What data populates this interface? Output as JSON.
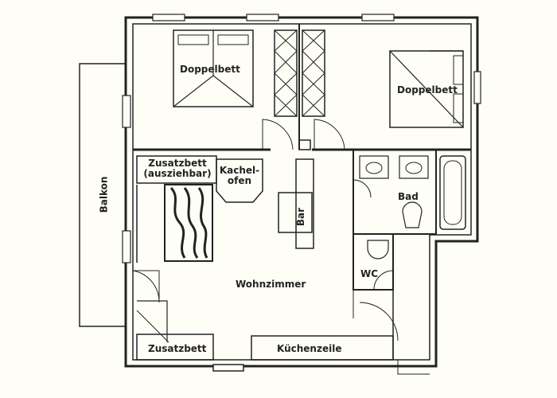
{
  "labels": {
    "doppelbett_left": "Doppelbett",
    "doppelbett_right": "Doppelbett",
    "zusatzbett_top_line1": "Zusatzbett",
    "zusatzbett_top_line2": "(ausziehbar)",
    "kachelofen_line1": "Kachel-",
    "kachelofen_line2": "ofen",
    "bar": "Bar",
    "bad": "Bad",
    "balkon": "Balkon",
    "wc": "WC",
    "wohnzimmer": "Wohnzimmer",
    "zusatzbett_bottom": "Zusatzbett",
    "kuechenzeile": "Küchenzeile"
  },
  "colors": {
    "background": "#fffef6",
    "wall": "#222222",
    "ink": "#222222"
  }
}
